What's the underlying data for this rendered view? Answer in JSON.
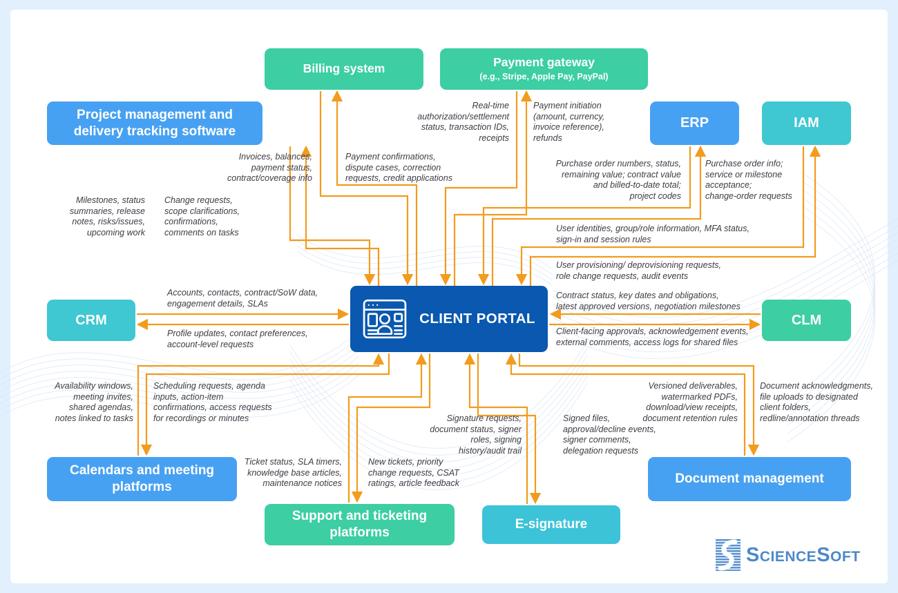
{
  "title": "Client portal integrations diagram",
  "colors": {
    "background": "#E2EFFD",
    "panel": "#FFFFFF",
    "node_green": "#3DCEA3",
    "node_blue": "#47A1F2",
    "node_teal": "#3FC7D2",
    "node_cyan": "#3CC3D8",
    "portal_blue": "#0A58AF",
    "connector_orange": "#F29B1D",
    "edge_label_text": "#3C3C44",
    "logo_blue": "#4C89C8",
    "wave_decoration": "#D9E6F6"
  },
  "nodes": {
    "billing": {
      "label": "Billing system"
    },
    "payment_gateway": {
      "label": "Payment gateway",
      "sublabel": "(e.g., Stripe, Apple Pay, PayPal)"
    },
    "project_management": {
      "label": "Project management and\ndelivery tracking software"
    },
    "erp": {
      "label": "ERP"
    },
    "iam": {
      "label": "IAM"
    },
    "crm": {
      "label": "CRM"
    },
    "client_portal": {
      "label": "CLIENT PORTAL"
    },
    "clm": {
      "label": "CLM"
    },
    "calendars": {
      "label": "Calendars and meeting\nplatforms"
    },
    "support": {
      "label": "Support and ticketing\nplatforms"
    },
    "esignature": {
      "label": "E-signature"
    },
    "document_management": {
      "label": "Document management"
    }
  },
  "edge_labels": {
    "billing_to_portal": "Invoices, balances,\npayment status,\ncontract/coverage info",
    "portal_to_billing": "Payment confirmations,\ndispute cases, correction\nrequests, credit applications",
    "gateway_to_portal": "Real-time\nauthorization/settlement\nstatus, transaction IDs,\nreceipts",
    "portal_to_gateway": "Payment initiation\n(amount, currency,\ninvoice reference),\nrefunds",
    "project_to_portal": "Milestones, status\nsummaries, release\nnotes, risks/issues,\nupcoming work",
    "portal_to_project": "Change requests,\nscope clarifications,\nconfirmations,\ncomments on tasks",
    "erp_to_portal": "Purchase order numbers, status,\nremaining value; contract value\nand billed-to-date total;\nproject codes",
    "portal_to_erp": "Purchase order info;\nservice or milestone\nacceptance;\nchange-order requests",
    "iam_to_portal": "User identities, group/role information, MFA status,\nsign-in and session rules",
    "portal_to_iam": "User provisioning/ deprovisioning requests,\nrole change requests, audit events",
    "crm_to_portal": "Accounts, contacts, contract/SoW data,\nengagement details, SLAs",
    "portal_to_crm": "Profile updates, contact preferences,\naccount-level requests",
    "clm_to_portal": "Contract status, key dates and obligations,\nlatest approved versions, negotiation milestones",
    "portal_to_clm": "Client-facing approvals, acknowledgement events,\nexternal comments, access logs for shared files",
    "calendars_to_portal": "Availability windows,\nmeeting invites,\nshared agendas,\nnotes linked to tasks",
    "portal_to_calendars": "Scheduling requests, agenda\ninputs, action-item\nconfirmations, access requests\nfor recordings or minutes",
    "support_to_portal": "Ticket status, SLA timers,\nknowledge base articles,\nmaintenance notices",
    "portal_to_support": "New tickets, priority\nchange requests, CSAT\nratings, article feedback",
    "esignature_to_portal": "Signature requests,\ndocument status, signer\nroles, signing\nhistory/audit trail",
    "portal_to_esignature": "Signed files,\napproval/decline events,\nsigner comments,\ndelegation requests",
    "document_to_portal": "Versioned deliverables,\nwatermarked PDFs,\ndownload/view receipts,\ndocument retention rules",
    "portal_to_document": "Document acknowledgments,\nfile uploads to designated\nclient folders,\nredline/annotation threads"
  },
  "logo": {
    "s1": "S",
    "p1": "cience",
    "s2": "S",
    "p2": "oft"
  }
}
